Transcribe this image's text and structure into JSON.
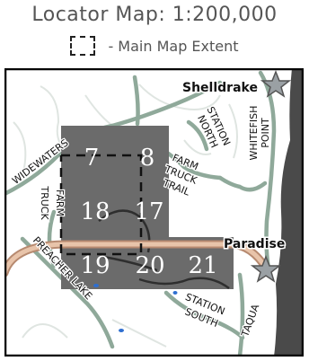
{
  "title": "Locator Map: 1:200,000",
  "legend": {
    "label": "- Main Map Extent"
  },
  "tiles": [
    "7",
    "8",
    "18",
    "17",
    "19",
    "20",
    "21"
  ],
  "places": {
    "shelldrake": "Shelldrake",
    "paradise": "Paradise"
  },
  "roads": {
    "station_north_1": "STATION",
    "station_north_2": "NORTH",
    "whitefish_1": "WHITEFISH",
    "whitefish_2": "POINT",
    "widewaters": "WIDEWATERS",
    "farm_truck_trail_1": "FARM",
    "farm_truck_trail_2": "TRUCK",
    "farm_truck_trail_3": "TRAIL",
    "farm_truck_1": "FARM",
    "farm_truck_2": "TRUCK",
    "preacher_lake": "PREACHER LAKE",
    "station_south_1": "STATION",
    "station_south_2": "SOUTH",
    "taqua": "TAQUA"
  },
  "colors": {
    "frame": "#000000",
    "grid": "#6b6b6b",
    "water": "#4a4a4a",
    "roads": "#8fa99a",
    "highway": "#d4a385",
    "extent": "#111111",
    "tile_label": "#ffffff",
    "lakes": "#2f6fd0"
  },
  "icons": {
    "city": "star-icon"
  }
}
